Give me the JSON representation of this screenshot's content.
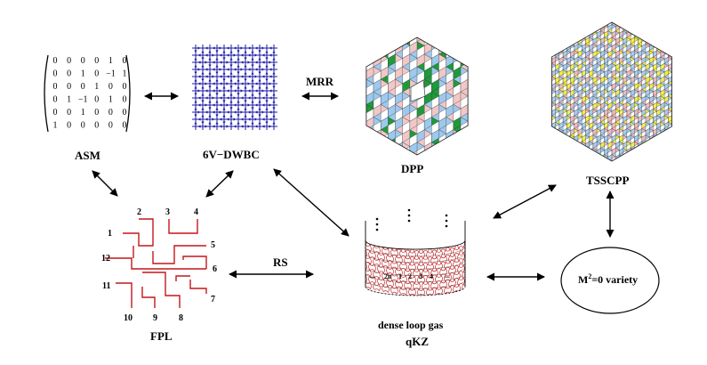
{
  "labels": {
    "asm": "ASM",
    "sixv": "6V−DWBC",
    "dpp": "DPP",
    "tsscpp": "TSSCPP",
    "fpl": "FPL",
    "dense": "dense loop gas",
    "qkz": "qKZ",
    "mvariety_prefix": "M",
    "mvariety_sup": "2",
    "mvariety_suffix": "=0 variety"
  },
  "edges": {
    "mrr": "MRR",
    "rs": "RS"
  },
  "asm_matrix": [
    [
      "0",
      "0",
      "0",
      "0",
      "1",
      "0"
    ],
    [
      "0",
      "0",
      "1",
      "0",
      "−1",
      "1"
    ],
    [
      "0",
      "0",
      "0",
      "1",
      "0",
      "0"
    ],
    [
      "0",
      "1",
      "−1",
      "0",
      "1",
      "0"
    ],
    [
      "0",
      "0",
      "1",
      "0",
      "0",
      "0"
    ],
    [
      "1",
      "0",
      "0",
      "0",
      "0",
      "0"
    ]
  ],
  "fpl_numbers": [
    "1",
    "2",
    "3",
    "4",
    "5",
    "6",
    "7",
    "8",
    "9",
    "10",
    "11",
    "12"
  ],
  "loop_labels": [
    "2n",
    "1",
    "2",
    "3",
    "4"
  ],
  "colors": {
    "arrow": "#000000",
    "six_vertex": "#1a1aa8",
    "fpl": "#c4161c",
    "dpp_green": "#1f9a3a",
    "dpp_blue": "#9ec9ee",
    "dpp_pink": "#f2c7c7",
    "tsscpp_yellow": "#f2ef4a",
    "tsscpp_blue": "#a9cdee",
    "tsscpp_pink": "#f0b9c0",
    "loop": "#c62828"
  }
}
